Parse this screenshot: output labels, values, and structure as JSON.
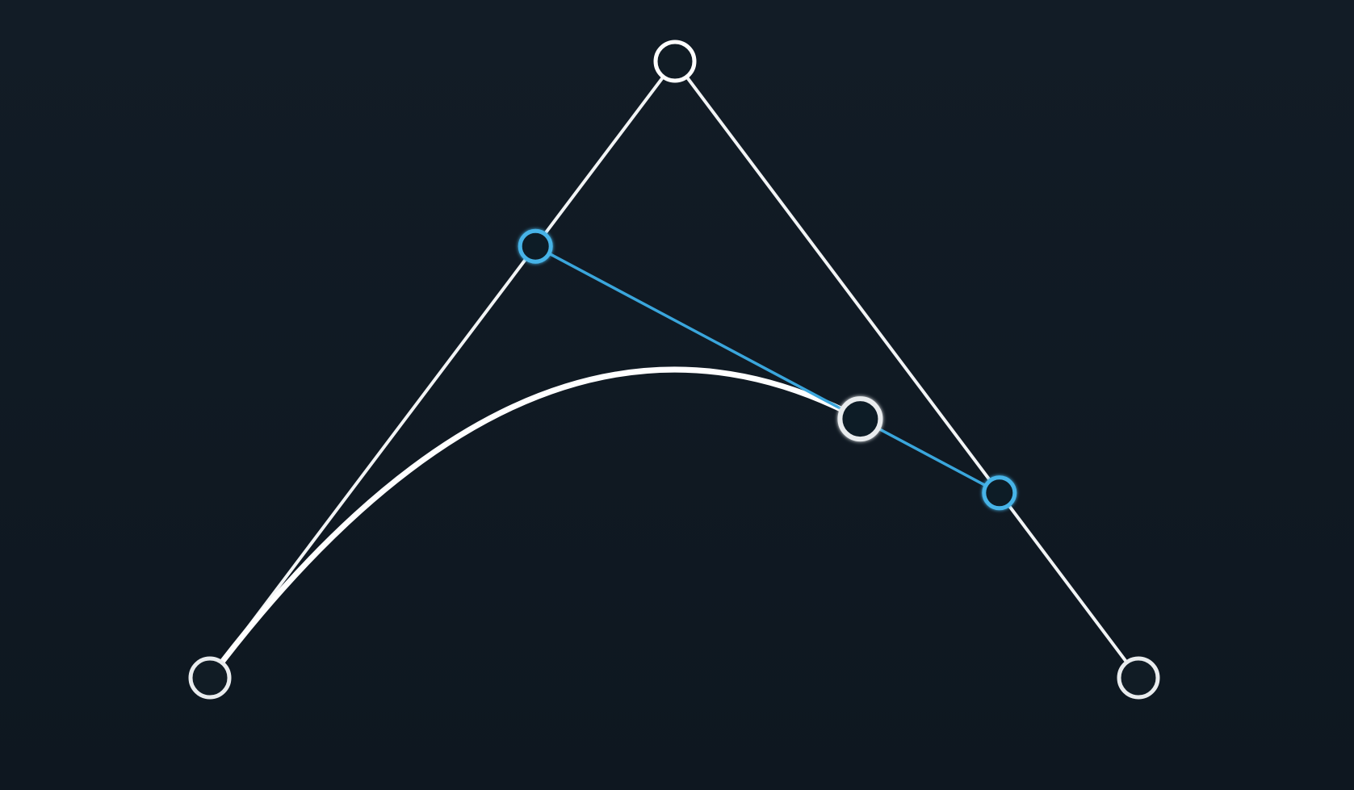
{
  "diagram": {
    "type": "quadratic-bezier-construction",
    "t": 0.7,
    "colors": {
      "background_top": "#121c26",
      "background_bottom": "#0e1720",
      "control_line": "#f2f4f5",
      "curve": "#ffffff",
      "lerp_line": "#3aa6dc",
      "lerp_point": "#46b4e8",
      "curve_point": "#e9ecee",
      "point_fill": "#111c25"
    },
    "control_points": [
      {
        "id": "p0",
        "name": "start-control-point"
      },
      {
        "id": "p1",
        "name": "apex-control-point"
      },
      {
        "id": "p2",
        "name": "end-control-point"
      }
    ]
  }
}
